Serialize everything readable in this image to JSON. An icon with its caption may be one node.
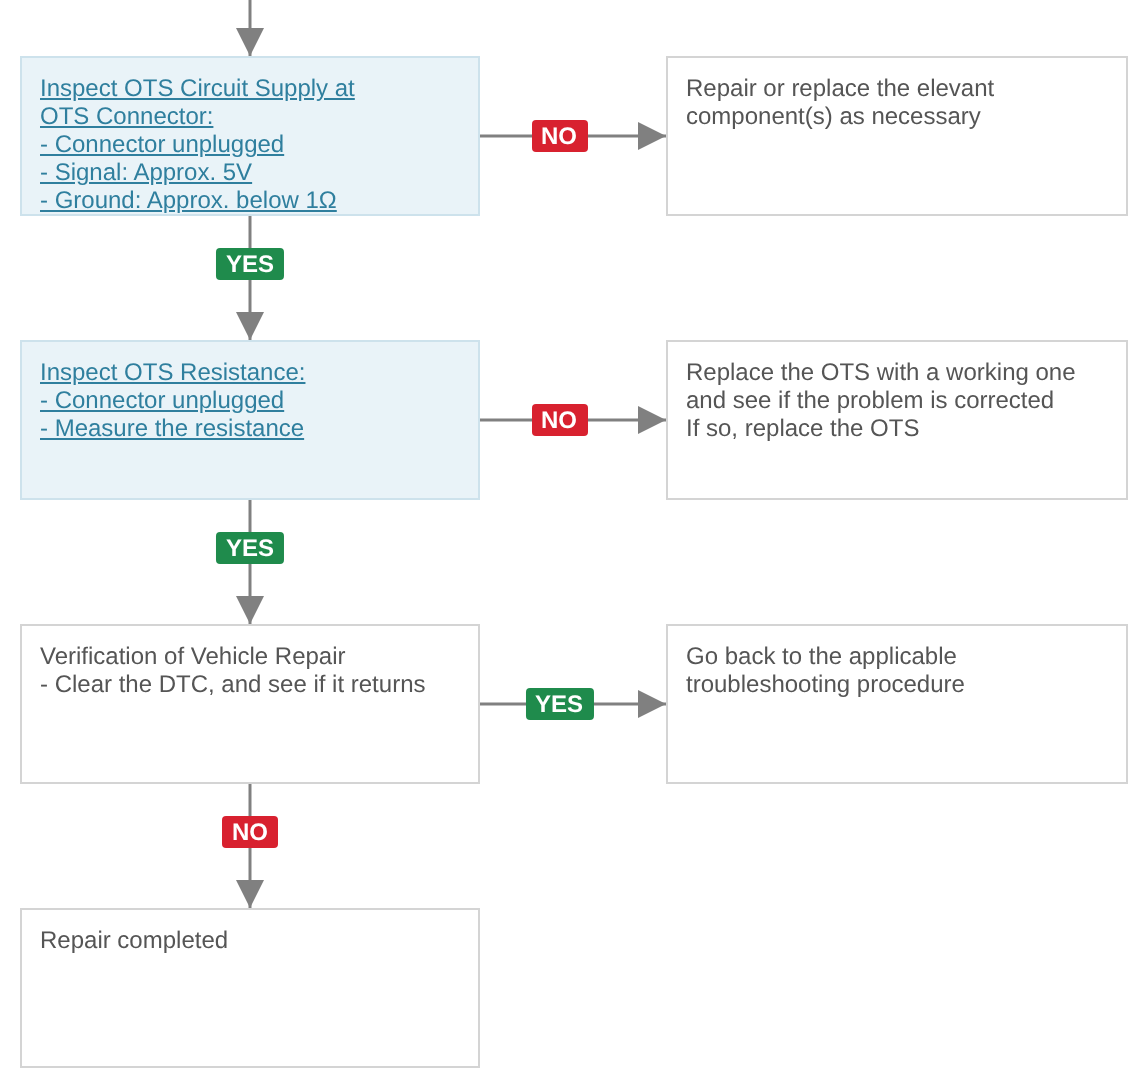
{
  "diagram": {
    "nodes": [
      {
        "text": [
          "Inspect OTS Circuit Supply at OTS Connector:",
          "- Connector unplugged",
          "- Signal: Approx. 5V",
          "- Ground: Approx. below 1Ω"
        ]
      },
      {
        "text": [
          "Repair or replace the elevant component(s) as necessary"
        ]
      },
      {
        "text": [
          "Inspect OTS Resistance:",
          "- Connector unplugged",
          "- Measure the resistance"
        ]
      },
      {
        "text": [
          "Replace the OTS with a working one and see if the problem is corrected",
          "If so, replace the OTS"
        ]
      },
      {
        "text": [
          "Verification of Vehicle Repair",
          "- Clear the DTC, and see if it returns"
        ]
      },
      {
        "text": [
          "Go back to the applicable troubleshooting procedure"
        ]
      },
      {
        "text": [
          "Repair completed"
        ]
      }
    ],
    "edges": [
      {
        "from": null,
        "to": 0,
        "arrow": "to"
      },
      {
        "from": 0,
        "to": 1,
        "arrow": "to",
        "label": "NO"
      },
      {
        "from": 0,
        "to": 2,
        "arrow": "to",
        "label": "YES"
      },
      {
        "from": 2,
        "to": 3,
        "arrow": "to",
        "label": "NO"
      },
      {
        "from": 2,
        "to": 4,
        "arrow": "to",
        "label": "YES"
      },
      {
        "from": 4,
        "to": 5,
        "arrow": "to",
        "label": "YES"
      },
      {
        "from": 4,
        "to": 6,
        "arrow": "to",
        "label": "NO"
      }
    ]
  }
}
